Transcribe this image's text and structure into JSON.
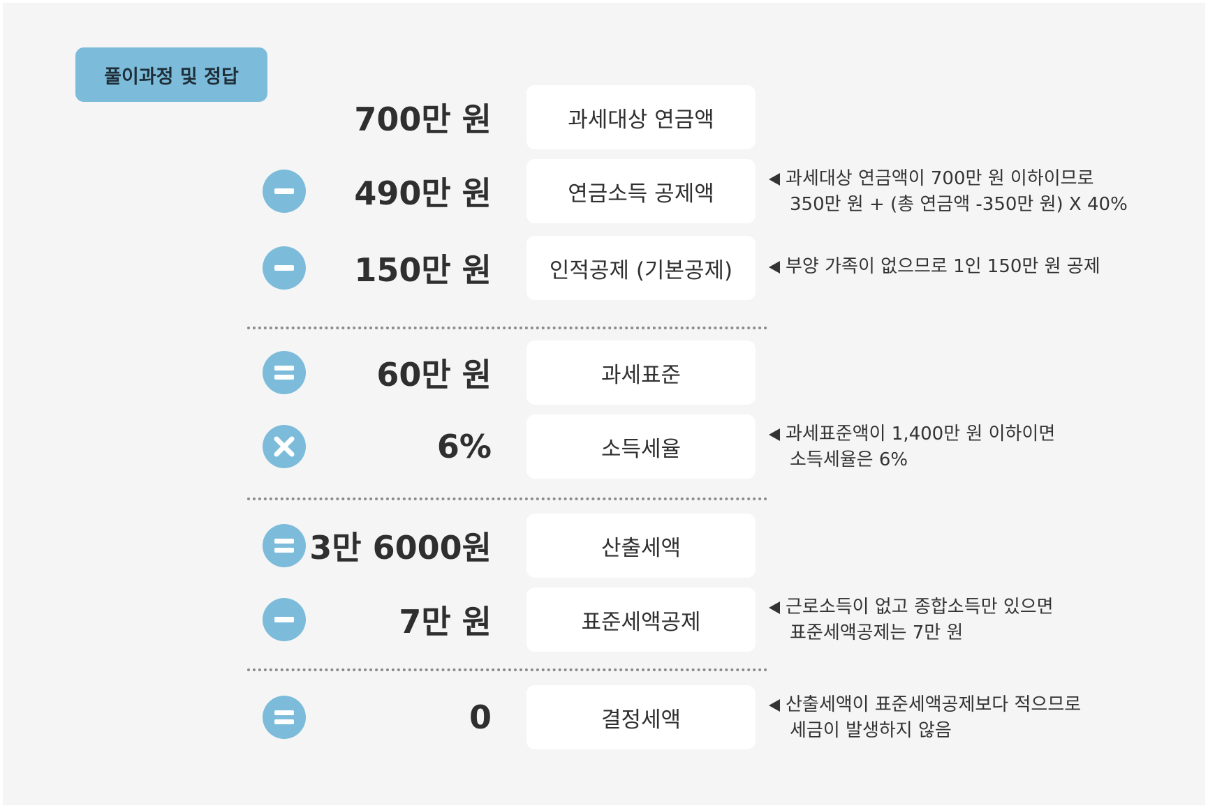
{
  "tag_label": "풀이과정 및 정답",
  "rows": [
    {
      "operator": "none",
      "operator_icon": "",
      "amount": "700만 원",
      "label": "과세대상 연금액",
      "note": []
    },
    {
      "operator": "minus",
      "operator_icon": "minus-icon",
      "amount": "490만 원",
      "label": "연금소득 공제액",
      "note": [
        "과세대상 연금액이 700만 원 이하이므로",
        "350만 원 + (총 연금액 -350만 원) X 40%"
      ]
    },
    {
      "operator": "minus",
      "operator_icon": "minus-icon",
      "amount": "150만 원",
      "label": "인적공제 (기본공제)",
      "note": [
        "부양 가족이 없으므로 1인 150만 원 공제"
      ]
    },
    {
      "operator": "equals",
      "operator_icon": "equals-icon",
      "amount": "60만 원",
      "label": "과세표준",
      "note": []
    },
    {
      "operator": "times",
      "operator_icon": "times-icon",
      "amount": "6%",
      "label": "소득세율",
      "note": [
        "과세표준액이 1,400만 원 이하이면",
        "소득세율은 6%"
      ]
    },
    {
      "operator": "equals",
      "operator_icon": "equals-icon",
      "amount": "3만 6000원",
      "label": "산출세액",
      "note": []
    },
    {
      "operator": "minus",
      "operator_icon": "minus-icon",
      "amount": "7만 원",
      "label": "표준세액공제",
      "note": [
        "근로소득이 없고 종합소득만 있으면",
        "표준세액공제는 7만 원"
      ]
    },
    {
      "operator": "equals",
      "operator_icon": "equals-icon",
      "amount": "0",
      "label": "결정세액",
      "note": [
        "산출세액이 표준세액공제보다 적으므로",
        "세금이 발생하지 않음"
      ]
    }
  ],
  "colors": {
    "accent": "#7cbcda",
    "background": "#f5f5f5",
    "box": "#ffffff",
    "text": "#2f2f2f"
  }
}
